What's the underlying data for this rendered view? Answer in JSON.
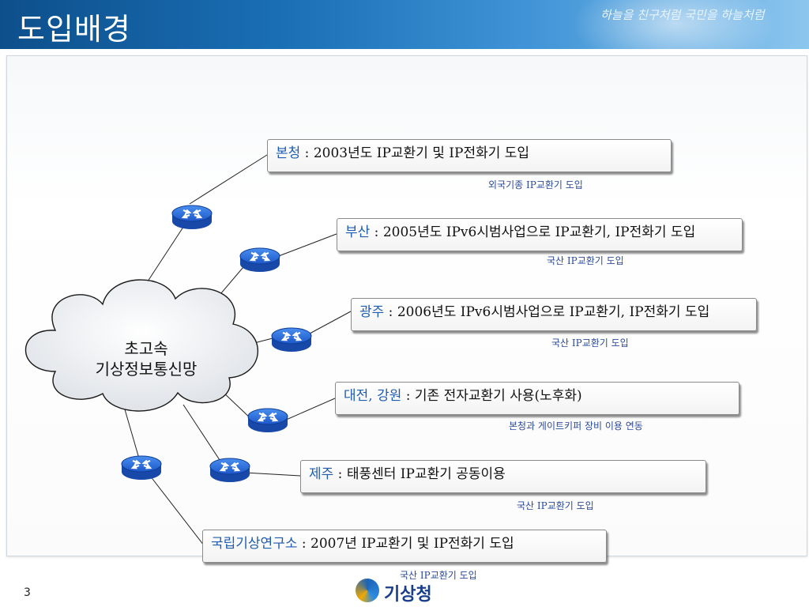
{
  "header": {
    "title": "도입배경",
    "slogan": "하늘을 친구처럼  국민을 하늘처럼"
  },
  "cloud": {
    "line1": "초고속",
    "line2": "기상정보통신망"
  },
  "branches": [
    {
      "region": "본청",
      "text": " : 2003년도 IP교환기 및 IP전화기 도입",
      "note": "외국기종 IP교환기 도입"
    },
    {
      "region": "부산",
      "text": " : 2005년도 IPv6시범사업으로 IP교환기, IP전화기 도입",
      "note": "국산 IP교환기 도입"
    },
    {
      "region": "광주",
      "text": " : 2006년도 IPv6시범사업으로 IP교환기, IP전화기 도입",
      "note": "국산 IP교환기 도입"
    },
    {
      "region": "대전, 강원",
      "text": " : 기존 전자교환기 사용(노후화)",
      "note": "본청과 게이트키퍼 장비 이용 연동"
    },
    {
      "region": "제주",
      "text": " : 태풍센터 IP교환기 공동이용",
      "note": "국산 IP교환기 도입"
    },
    {
      "region": "국립기상연구소",
      "text": " : 2007년 IP교환기 및 IP전화기 도입",
      "note": "국산 IP교환기 도입"
    }
  ],
  "footer": {
    "page_number": "3",
    "logo_text": "기상청"
  },
  "colors": {
    "accent": "#1f5db0",
    "router": "#1f5fd6",
    "header": "#1a6fb5"
  }
}
